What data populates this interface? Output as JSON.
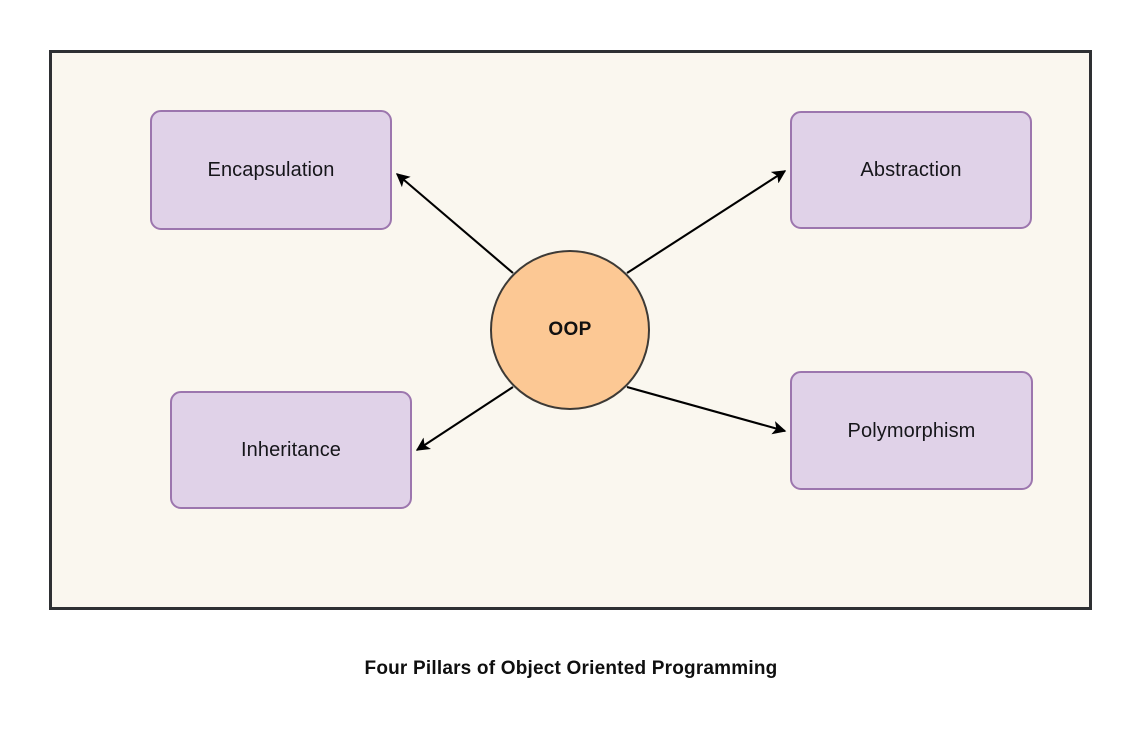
{
  "diagram": {
    "caption": "Four Pillars of Object Oriented Programming",
    "frame": {
      "background_color": "#faf7ef",
      "border_color": "#2e3033"
    },
    "center_node": {
      "label": "OOP",
      "shape": "circle",
      "fill_color": "#fcc894",
      "border_color": "#3d3a36"
    },
    "node_style": {
      "fill_color": "#e0d2e8",
      "border_color": "#9c76ae"
    },
    "arrow_color": "#000000",
    "nodes": [
      {
        "id": "encapsulation",
        "label": "Encapsulation",
        "position": "top-left"
      },
      {
        "id": "abstraction",
        "label": "Abstraction",
        "position": "top-right"
      },
      {
        "id": "inheritance",
        "label": "Inheritance",
        "position": "bottom-left"
      },
      {
        "id": "polymorphism",
        "label": "Polymorphism",
        "position": "bottom-right"
      }
    ],
    "connections": [
      {
        "from": "OOP",
        "to": "Encapsulation",
        "direction": "up-left"
      },
      {
        "from": "OOP",
        "to": "Abstraction",
        "direction": "up-right"
      },
      {
        "from": "OOP",
        "to": "Inheritance",
        "direction": "down-left"
      },
      {
        "from": "OOP",
        "to": "Polymorphism",
        "direction": "down-right"
      }
    ]
  }
}
